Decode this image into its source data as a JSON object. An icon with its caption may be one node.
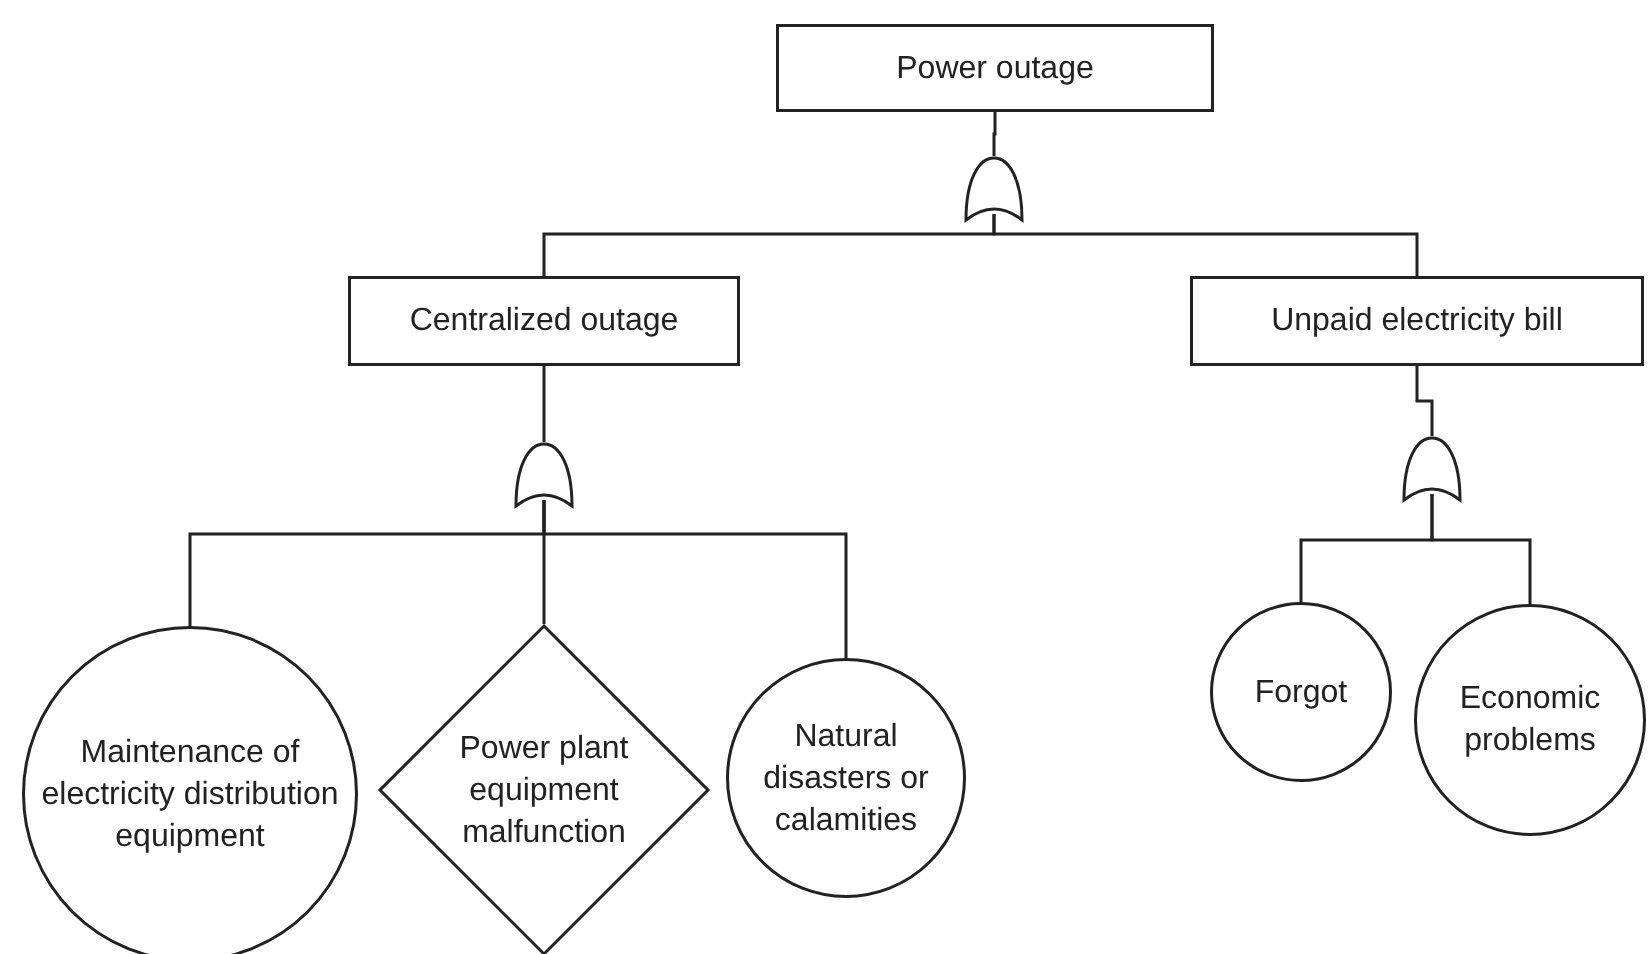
{
  "diagram": {
    "nodes": [
      {
        "text": [
          "Power outage"
        ]
      },
      {
        "text": [],
        "shape": "gate"
      },
      {
        "text": [
          "Centralized outage"
        ]
      },
      {
        "text": [
          "Unpaid electricity bill"
        ]
      },
      {
        "text": [],
        "shape": "gate"
      },
      {
        "text": [],
        "shape": "gate"
      },
      {
        "text": [
          "Maintenance of electricity distribution equipment"
        ]
      },
      {
        "text": [
          "Power plant equipment malfunction"
        ]
      },
      {
        "text": [
          "Natural disasters or calamities"
        ]
      },
      {
        "text": [
          "Forgot"
        ]
      },
      {
        "text": [
          "Economic problems"
        ]
      }
    ],
    "edges": [
      {
        "from": 0,
        "to": 1,
        "arrow": "none"
      },
      {
        "from": 1,
        "to": 2,
        "arrow": "none"
      },
      {
        "from": 1,
        "to": 3,
        "arrow": "none"
      },
      {
        "from": 2,
        "to": 4,
        "arrow": "none"
      },
      {
        "from": 4,
        "to": 6,
        "arrow": "none"
      },
      {
        "from": 4,
        "to": 7,
        "arrow": "none"
      },
      {
        "from": 4,
        "to": 8,
        "arrow": "none"
      },
      {
        "from": 3,
        "to": 5,
        "arrow": "none"
      },
      {
        "from": 5,
        "to": 9,
        "arrow": "none"
      },
      {
        "from": 5,
        "to": 10,
        "arrow": "none"
      }
    ]
  }
}
